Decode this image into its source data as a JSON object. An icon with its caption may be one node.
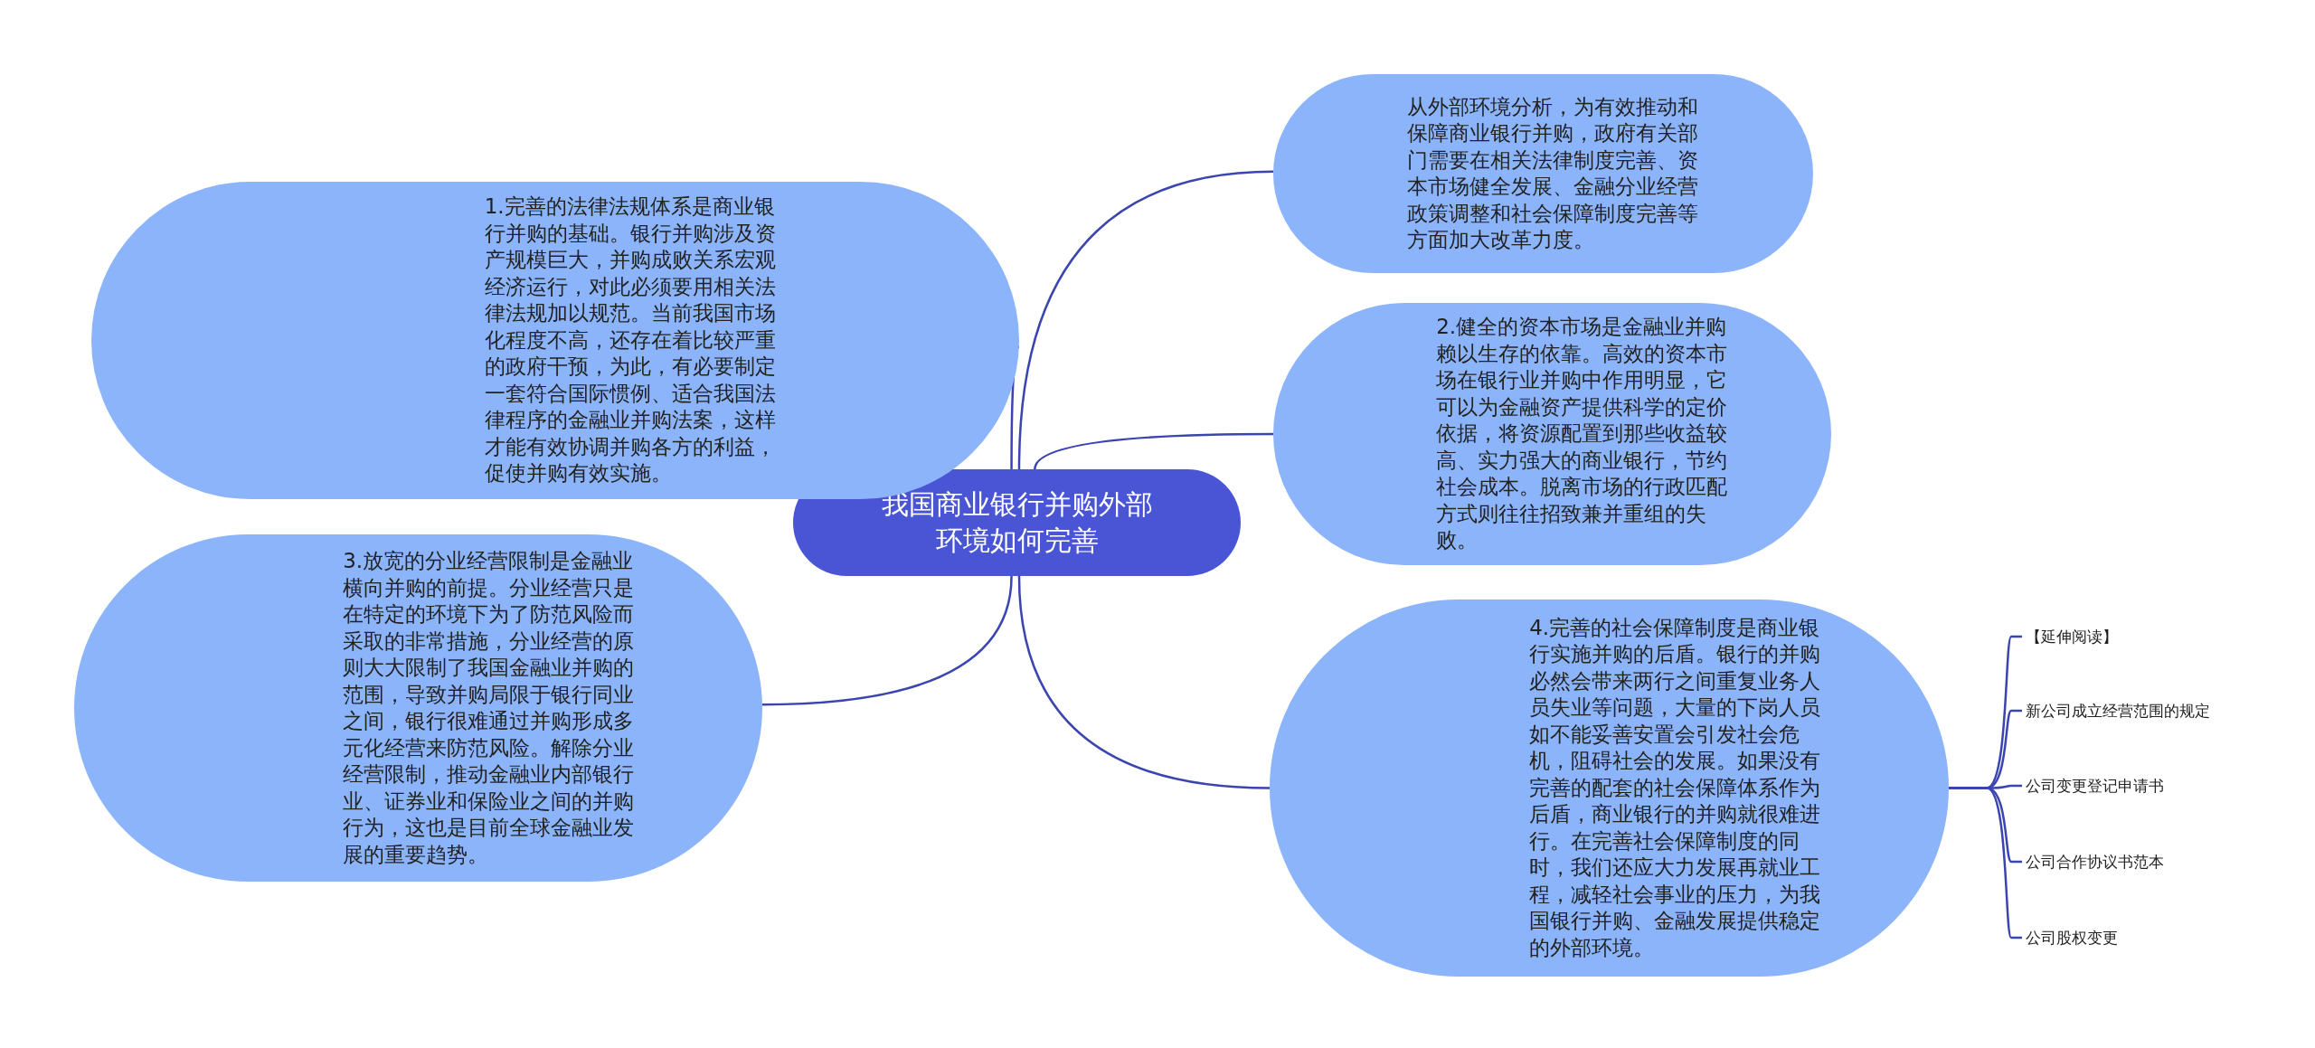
{
  "diagram": {
    "nodes": [
      {
        "text": [
          "我国商业银行并购外部环境如何完善"
        ]
      },
      {
        "text": [
          "1.完善的法律法规体系是商业银行并购的基础。银行并购涉及资产规模巨大，并购成败关系宏观经济运行，对此必须要用相关法律法规加以规范。当前我国市场化程度不高，还存在着比较严重的政府干预，为此，有必要制定一套符合国际惯例、适合我国法律程序的金融业并购法案，这样才能有效协调并购各方的利益，促使并购有效实施。"
        ]
      },
      {
        "text": [
          "从外部环境分析，为有效推动和保障商业银行并购，政府有关部门需要在相关法律制度完善、资本市场健全发展、金融分业经营政策调整和社会保障制度完善等方面加大改革力度。"
        ]
      },
      {
        "text": [
          "2.健全的资本市场是金融业并购赖以生存的依靠。高效的资本市场在银行业并购中作用明显，它可以为金融资产提供科学的定价依据，将资源配置到那些收益较高、实力强大的商业银行，节约社会成本。脱离市场的行政匹配方式则往往招致兼并重组的失败。"
        ]
      },
      {
        "text": [
          "3.放宽的分业经营限制是金融业横向并购的前提。分业经营只是在特定的环境下为了防范风险而采取的非常措施，分业经营的原则大大限制了我国金融业并购的范围，导致并购局限于银行同业之间，银行很难通过并购形成多元化经营来防范风险。解除分业经营限制，推动金融业内部银行业、证券业和保险业之间的并购行为，这也是目前全球金融业发展的重要趋势。"
        ]
      },
      {
        "text": [
          "4.完善的社会保障制度是商业银行实施并购的后盾。银行的并购必然会带来两行之间重复业务人员失业等问题，大量的下岗人员如不能妥善安置会引发社会危机，阻碍社会的发展。如果没有完善的配套的社会保障体系作为后盾，商业银行的并购就很难进行。在完善社会保障制度的同时，我们还应大力发展再就业工程，减轻社会事业的压力，为我国银行并购、金融发展提供稳定的外部环境。"
        ]
      },
      {
        "text": [
          "【延伸阅读】"
        ]
      },
      {
        "text": [
          "新公司成立经营范围的规定"
        ]
      },
      {
        "text": [
          "公司变更登记申请书"
        ]
      },
      {
        "text": [
          "公司合作协议书范本"
        ]
      },
      {
        "text": [
          "公司股权变更"
        ]
      }
    ],
    "edges": [
      {
        "from": 0,
        "to": 1,
        "arrow": "none"
      },
      {
        "from": 0,
        "to": 2,
        "arrow": "none"
      },
      {
        "from": 0,
        "to": 3,
        "arrow": "none"
      },
      {
        "from": 0,
        "to": 4,
        "arrow": "none"
      },
      {
        "from": 0,
        "to": 5,
        "arrow": "none"
      },
      {
        "from": 5,
        "to": 6,
        "arrow": "none"
      },
      {
        "from": 5,
        "to": 7,
        "arrow": "none"
      },
      {
        "from": 5,
        "to": 8,
        "arrow": "none"
      },
      {
        "from": 5,
        "to": 9,
        "arrow": "none"
      },
      {
        "from": 5,
        "to": 10,
        "arrow": "none"
      }
    ]
  }
}
